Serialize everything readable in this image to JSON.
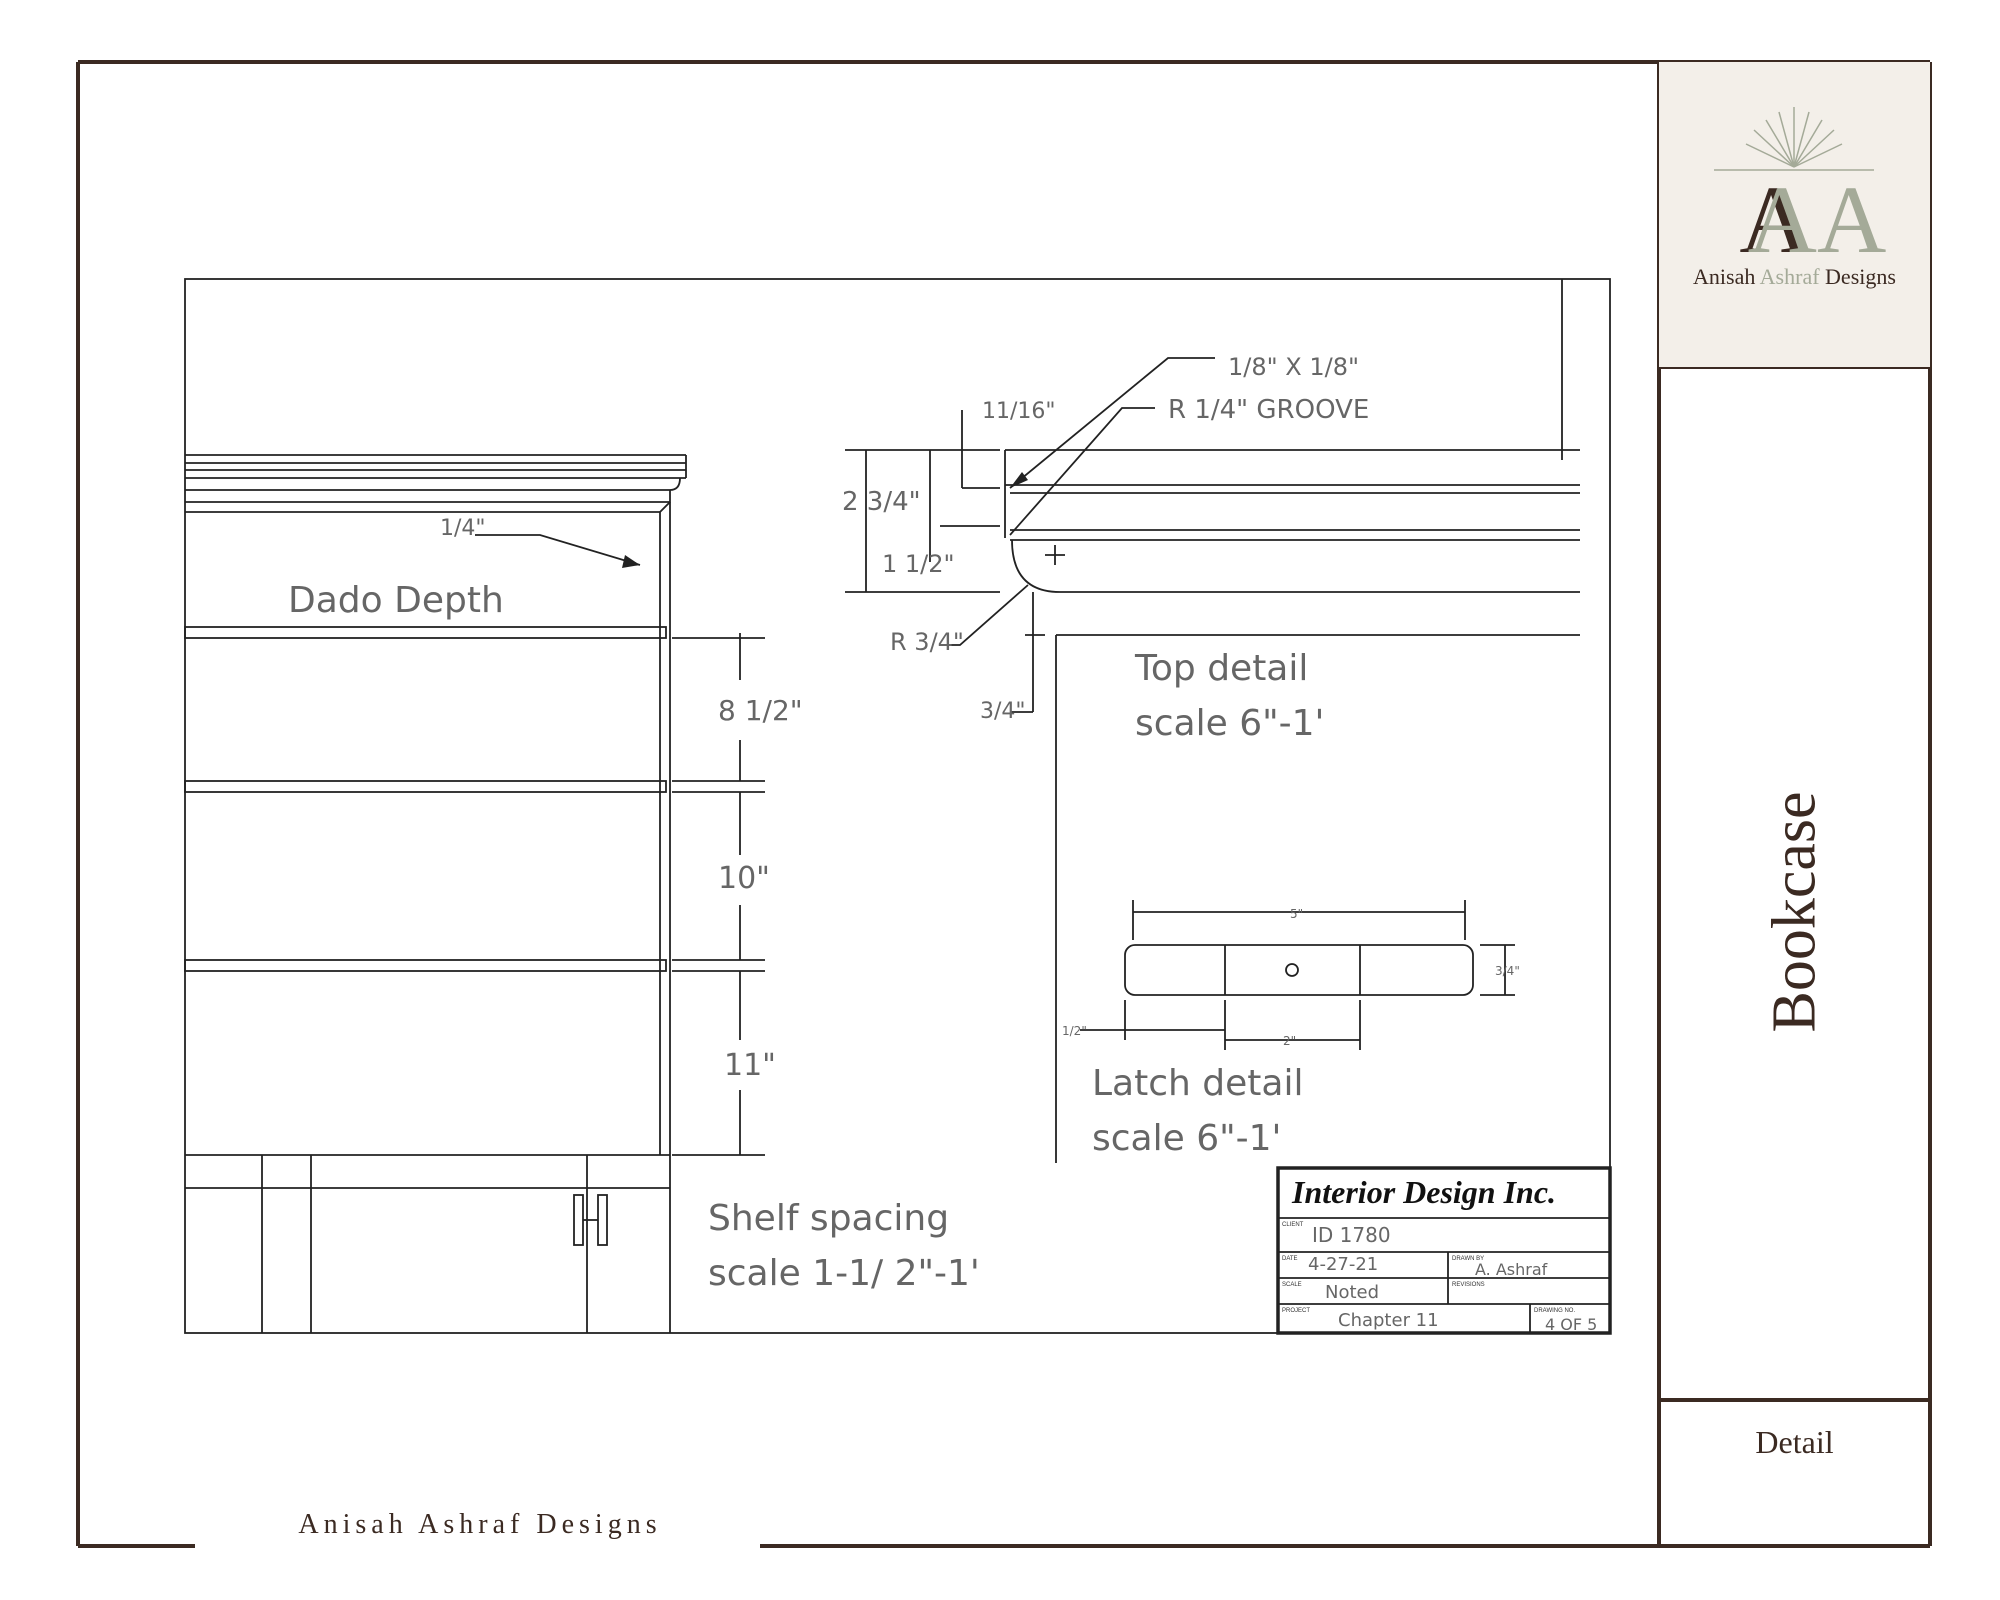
{
  "brand": {
    "logo_monogram": "AA",
    "logo_name_part1": "Anisah ",
    "logo_name_part2": "Ashraf",
    "logo_name_part3": " Designs",
    "footer_name": "Anisah Ashraf Designs"
  },
  "sheet": {
    "title": "Bookcase",
    "subtitle": "Detail"
  },
  "drawing": {
    "dado_fraction": "1/4\"",
    "dado_label": "Dado Depth",
    "shelf_dims": [
      "8 1/2\"",
      "10\"",
      "11\""
    ],
    "shelf_caption_1": "Shelf spacing",
    "shelf_caption_2": "scale 1-1/ 2\"-1'",
    "top_dims": {
      "groove_1": "1/8\" X 1/8\"",
      "groove_2": "R 1/4\" GROOVE",
      "d_11_16": "11/16\"",
      "d_2_3_4": "2 3/4\"",
      "d_1_1_2": "1 1/2\"",
      "r_3_4": "R 3/4\"",
      "d_3_4": "3/4\""
    },
    "top_caption_1": "Top detail",
    "top_caption_2": "scale 6\"-1'",
    "latch_dims": {
      "width": "5\"",
      "height": "3/4\"",
      "offset": "1/2\"",
      "inner": "2\""
    },
    "latch_caption_1": "Latch detail",
    "latch_caption_2": "scale 6\"-1'"
  },
  "title_block": {
    "company": "Interior Design Inc.",
    "client_label": "CLIENT",
    "client": "ID 1780",
    "date_label": "DATE",
    "date": "4-27-21",
    "drawn_label": "DRAWN BY",
    "drawn": "A. Ashraf",
    "scale_label": "SCALE",
    "scale": "Noted",
    "revisions_label": "REVISIONS",
    "project_label": "PROJECT",
    "project": "Chapter 11",
    "sheet_label": "DRAWING NO.",
    "sheet": "4 OF 5"
  }
}
